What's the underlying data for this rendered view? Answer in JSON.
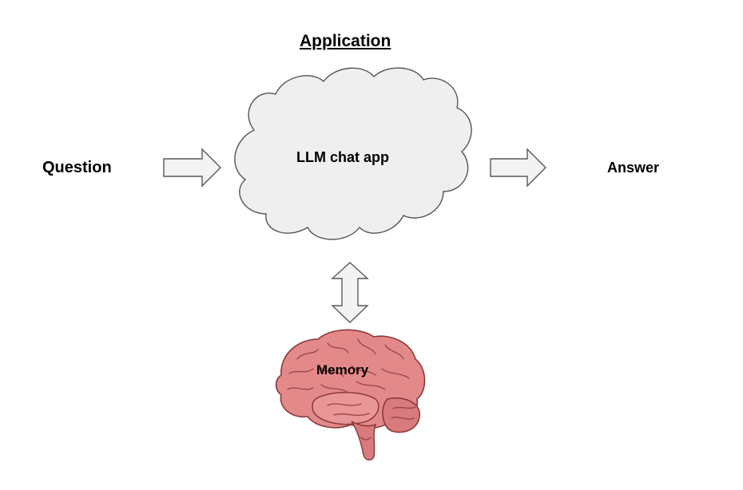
{
  "diagram": {
    "title": "Application",
    "input_label": "Question",
    "output_label": "Answer",
    "app_label": "LLM chat app",
    "memory_label": "Memory",
    "icons": {
      "app_shape": "cloud-icon",
      "memory_image": "brain-icon",
      "input_arrow": "arrow-right-icon",
      "output_arrow": "arrow-right-icon",
      "memory_link": "arrow-double-vertical-icon"
    },
    "colors": {
      "cloud_fill": "#efefef",
      "cloud_stroke": "#555555",
      "arrow_fill": "#f3f3f3",
      "arrow_stroke": "#595959",
      "brain_fill": "#e4898a",
      "brain_stroke": "#8a3a3c",
      "brain_dark": "#c76668"
    }
  }
}
